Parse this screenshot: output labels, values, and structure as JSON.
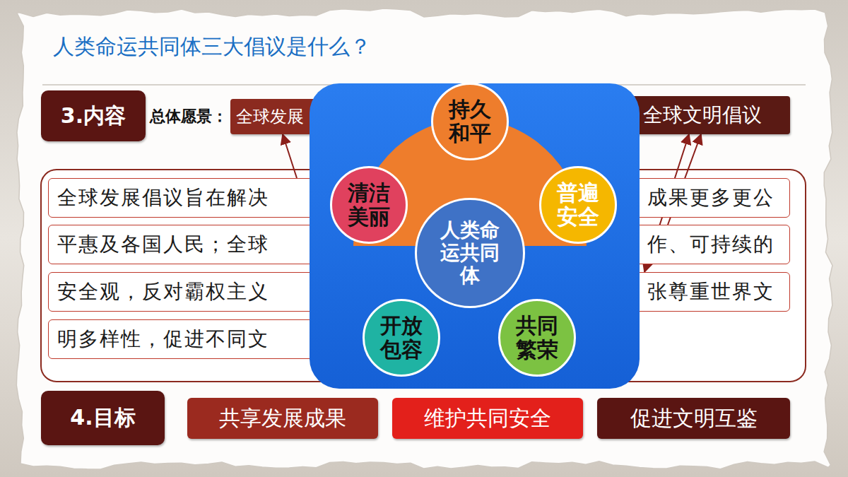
{
  "diagram": {
    "title": "人类命运共同体三大倡议是什么？",
    "nodes": [
      {
        "text": [
          "3.内容"
        ]
      },
      {
        "text": [
          "全球发展"
        ]
      },
      {
        "text": [
          "全球文明倡议"
        ]
      },
      {
        "text": [
          "全球发展倡议旨在解决",
          "成果更多更公"
        ]
      },
      {
        "text": [
          "平惠及各国人民；全球",
          "作、可持续的"
        ]
      },
      {
        "text": [
          "安全观，反对霸权主义",
          "张尊重世界文"
        ]
      },
      {
        "text": [
          "明多样性，促进不同文"
        ]
      },
      {
        "text": [
          "持久和平"
        ]
      },
      {
        "text": [
          "清洁美丽"
        ]
      },
      {
        "text": [
          "普遍安全"
        ]
      },
      {
        "text": [
          "人类命运共同体"
        ]
      },
      {
        "text": [
          "开放包容"
        ]
      },
      {
        "text": [
          "共同繁荣"
        ]
      },
      {
        "text": [
          "4.目标"
        ]
      },
      {
        "text": [
          "共享发展成果"
        ]
      },
      {
        "text": [
          "维护共同安全"
        ]
      },
      {
        "text": [
          "促进文明互鉴"
        ]
      }
    ],
    "edges": [
      {
        "from": 3,
        "to": 1,
        "arrow": "to"
      },
      {
        "from": 5,
        "to": 2,
        "arrow": "both"
      },
      {
        "from": 4,
        "to": 2,
        "arrow": "to"
      }
    ],
    "labels": [
      "总体愿景："
    ]
  }
}
